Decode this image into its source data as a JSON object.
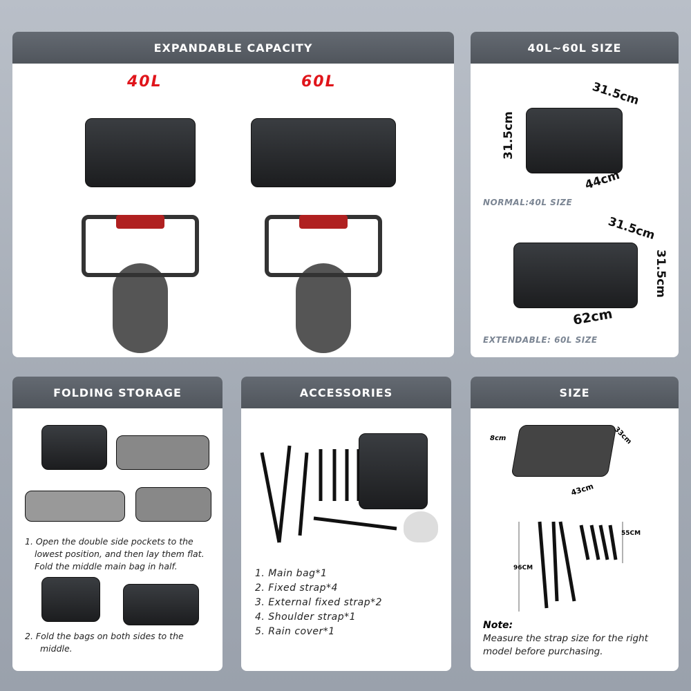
{
  "panels": {
    "capacity": {
      "title": "EXPANDABLE CAPACITY",
      "left_label": "40L",
      "right_label": "60L"
    },
    "size_range": {
      "title": "40L~60L SIZE",
      "normal": {
        "width": "31.5cm",
        "height": "31.5cm",
        "length": "44cm",
        "caption": "NORMAL:40L SIZE"
      },
      "extended": {
        "width": "31.5cm",
        "height": "31.5cm",
        "length": "62cm",
        "caption": "EXTENDABLE: 60L SIZE"
      }
    },
    "folding": {
      "title": "FOLDING STORAGE",
      "step1": "1. Open the double side pockets to the lowest position, and then lay them flat. Fold the middle main bag in half.",
      "step2": "2.  Fold the bags on both sides to the middle."
    },
    "accessories": {
      "title": "ACCESSORIES",
      "items": [
        "1. Main bag*1",
        "2. Fixed strap*4",
        "3. External fixed strap*2",
        "4. Shoulder strap*1",
        "5. Rain cover*1"
      ]
    },
    "size": {
      "title": "SIZE",
      "folded": {
        "height": "8cm",
        "depth": "33cm",
        "length": "43cm"
      },
      "straps": {
        "long": "96CM",
        "short": "55CM"
      },
      "note_title": "Note:",
      "note": "Measure the strap size for the right model before purchasing."
    }
  },
  "colors": {
    "accent": "#e0151b",
    "header": "#585d64"
  }
}
